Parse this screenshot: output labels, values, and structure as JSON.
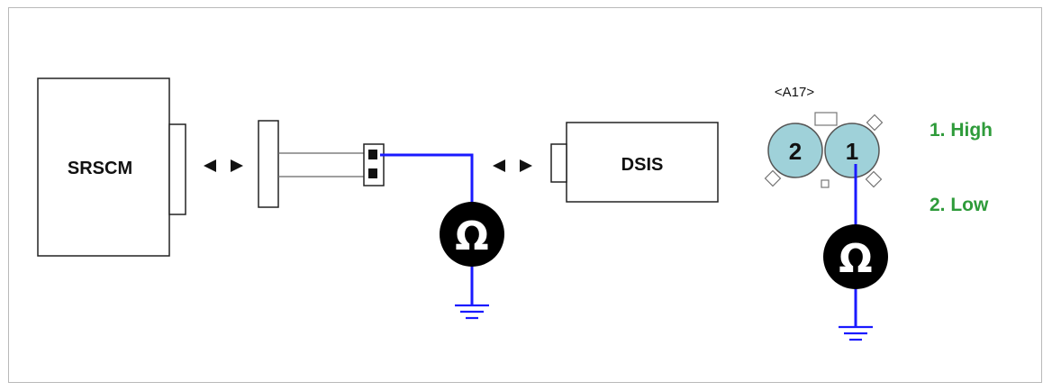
{
  "diagram": {
    "module_left": "SRSCM",
    "module_right": "DSIS",
    "connector_id": "<A17>",
    "pin_1": "1",
    "pin_2": "2",
    "legend": [
      "1. High",
      "2. Low"
    ],
    "ohm_symbol": "Ω",
    "icons": [
      "connect-arrows-icon",
      "ohmmeter-icon",
      "ground-icon"
    ],
    "colors": {
      "wire": "#1a1aff",
      "legend_text": "#2e9b3a",
      "pin_fill": "#9fd1d9"
    }
  }
}
